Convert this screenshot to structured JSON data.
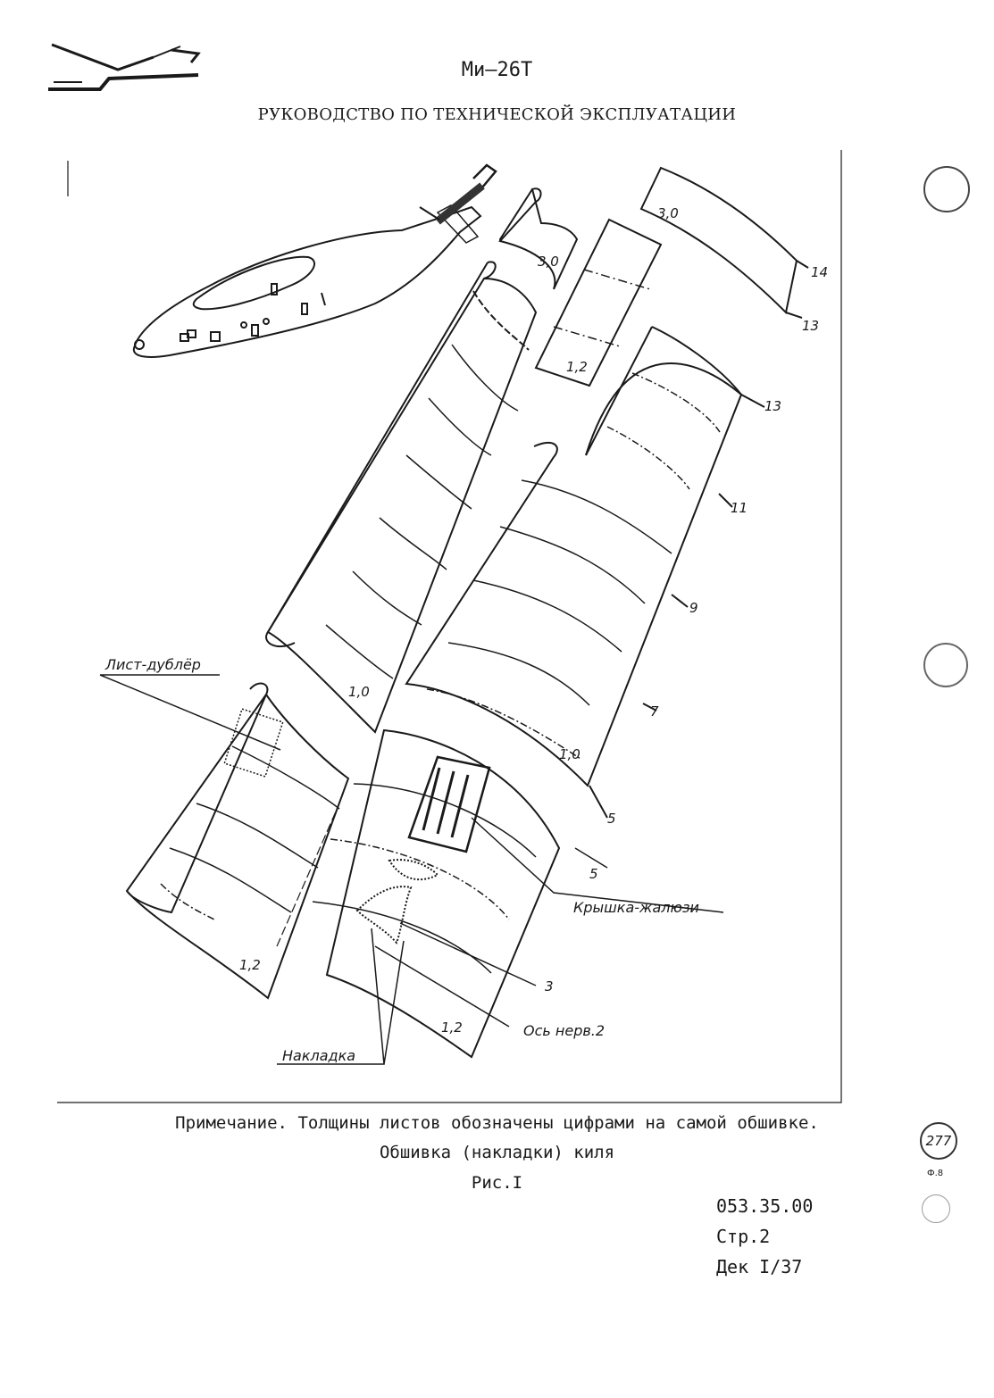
{
  "header": {
    "title": "Ми–26Т",
    "subtitle": "РУКОВОДСТВО ПО ТЕХНИЧЕСКОЙ ЭКСПЛУАТАЦИИ"
  },
  "figure": {
    "callouts": {
      "c14": "14",
      "c13_top": "13",
      "c13": "13",
      "c11": "11",
      "c9": "9",
      "c7": "7",
      "c5_upper": "5",
      "c5_lower": "5",
      "c3": "3",
      "rib_axis": "Ось нерв.2",
      "doubler": "Лист-дублёр",
      "louver_cover": "Крышка-жалюзи",
      "patch": "Накладка"
    },
    "thickness_labels": {
      "t_top_right": "3,0",
      "t_top_small": "3,0",
      "t_mid_small": "1,2",
      "t_left_panel": "1,0",
      "t_right_panel": "1,0",
      "t_low_left": "1,2",
      "t_low_right": "1,2"
    }
  },
  "note": "Примечание. Толщины листов обозначены цифрами на самой обшивке.",
  "caption": "Обшивка (накладки) киля",
  "figure_number": "Рис.I",
  "doc_info": {
    "code": "053.35.00",
    "page": "Стр.2",
    "dec": "Дек I/37"
  },
  "stamp": {
    "number": "277",
    "sub": "Ф.8"
  }
}
